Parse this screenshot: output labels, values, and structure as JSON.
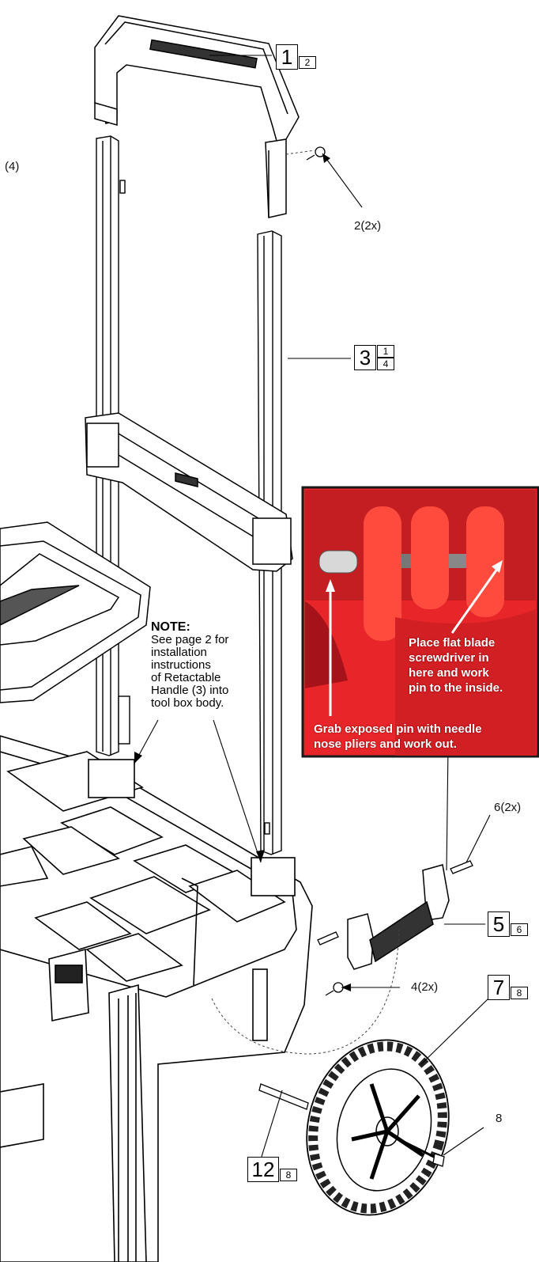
{
  "callouts": {
    "c1": {
      "main": "1",
      "sub": "2"
    },
    "c3": {
      "main": "3",
      "num": "1",
      "den": "4"
    },
    "c5": {
      "main": "5",
      "sub": "6"
    },
    "c7": {
      "main": "7",
      "sub": "8"
    },
    "c12": {
      "main": "12",
      "sub": "8"
    }
  },
  "labels": {
    "four": "(4)",
    "two_2x": "2(2x)",
    "six_2x": "6(2x)",
    "four_2x": "4(2x)",
    "eight": "8"
  },
  "note": {
    "heading": "NOTE:",
    "lines": [
      "See page 2 for",
      "installation",
      "instructions",
      "of Retactable",
      "Handle (3) into",
      "tool box body."
    ]
  },
  "photo": {
    "place_text": [
      "Place flat blade",
      "screwdriver in",
      "here and work",
      "pin to the inside."
    ],
    "grab_text": [
      "Grab exposed pin with needle",
      "nose pliers and work out."
    ],
    "colors": {
      "red": "#e8262a",
      "dark_red": "#a5121a",
      "border": "#1a1a1a"
    }
  }
}
